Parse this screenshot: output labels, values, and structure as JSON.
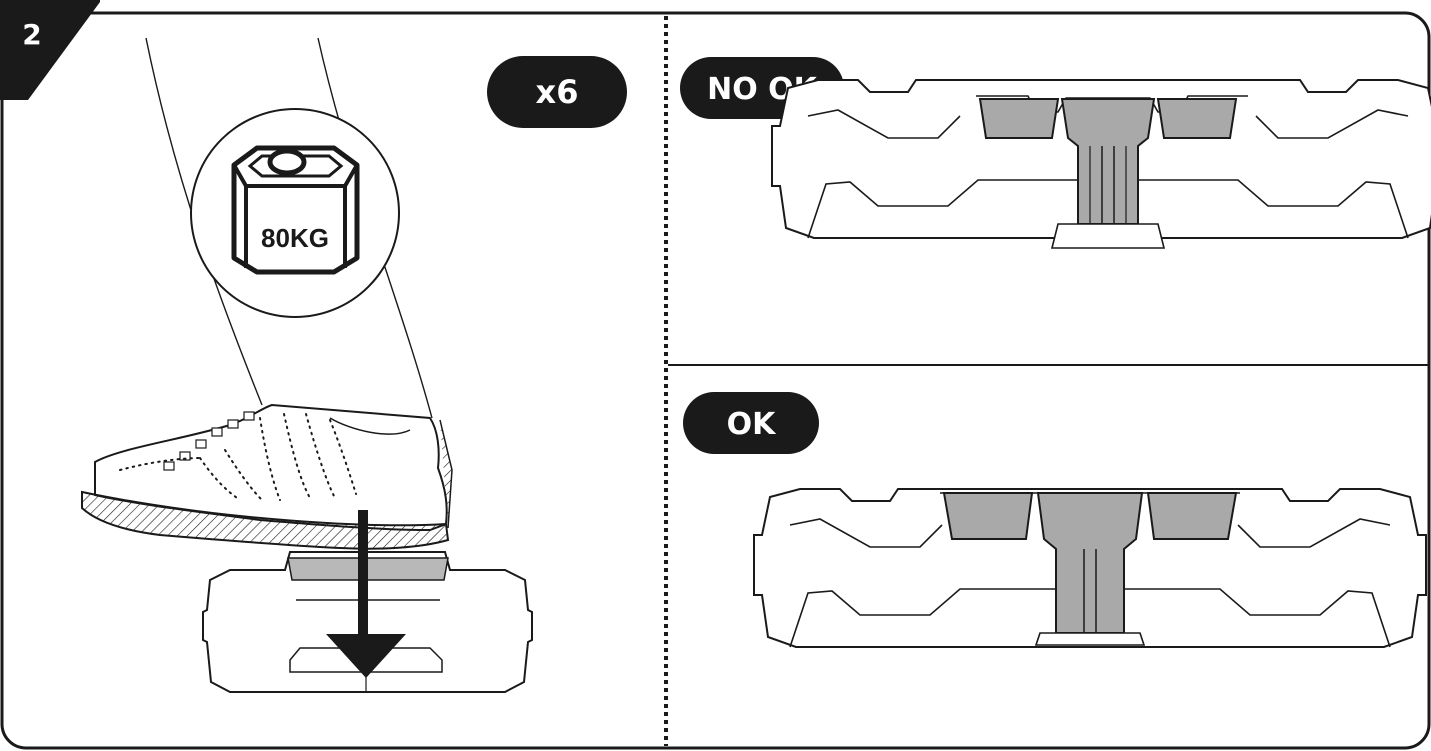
{
  "step": {
    "number": "2"
  },
  "left_panel": {
    "quantity_badge": "x6",
    "weight_label": "80KG"
  },
  "top_right_panel": {
    "status_label": "NO OK"
  },
  "bottom_right_panel": {
    "status_label": "OK"
  },
  "colors": {
    "ink": "#1a1a1a",
    "part_fill": "#a9a9a9",
    "part_fill_dark": "#8c8c8c",
    "background": "#ffffff"
  }
}
